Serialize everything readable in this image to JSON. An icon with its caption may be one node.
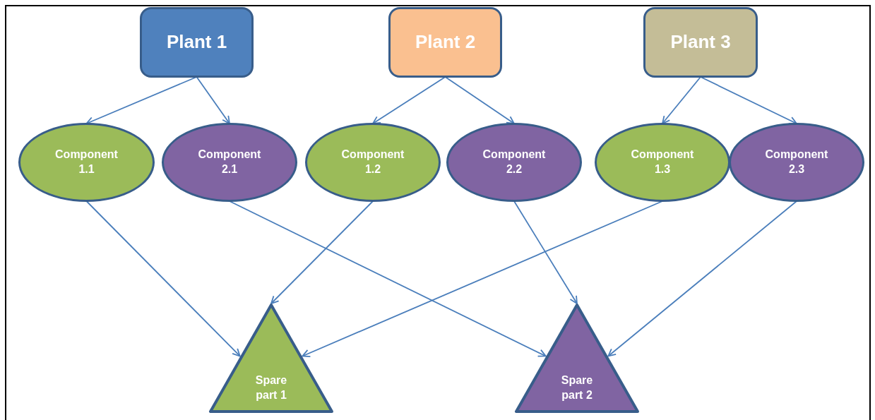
{
  "diagram": {
    "nodes": [
      {
        "text": [
          "Plant 1"
        ]
      },
      {
        "text": [
          "Plant 2"
        ]
      },
      {
        "text": [
          "Plant 3"
        ]
      },
      {
        "text": [
          "Component 1.1"
        ]
      },
      {
        "text": [
          "Component 2.1"
        ]
      },
      {
        "text": [
          "Component 1.2"
        ]
      },
      {
        "text": [
          "Component 2.2"
        ]
      },
      {
        "text": [
          "Component 1.3"
        ]
      },
      {
        "text": [
          "Component 2.3"
        ]
      },
      {
        "text": [
          "Spare part 1"
        ]
      },
      {
        "text": [
          "Spare part 2"
        ]
      }
    ],
    "edges": [
      {
        "from": 0,
        "to": 3,
        "arrow": "to"
      },
      {
        "from": 0,
        "to": 4,
        "arrow": "to"
      },
      {
        "from": 1,
        "to": 5,
        "arrow": "to"
      },
      {
        "from": 1,
        "to": 6,
        "arrow": "to"
      },
      {
        "from": 2,
        "to": 7,
        "arrow": "to"
      },
      {
        "from": 2,
        "to": 8,
        "arrow": "to"
      },
      {
        "from": 3,
        "to": 9,
        "arrow": "to"
      },
      {
        "from": 4,
        "to": 10,
        "arrow": "to"
      },
      {
        "from": 5,
        "to": 9,
        "arrow": "to"
      },
      {
        "from": 6,
        "to": 10,
        "arrow": "to"
      },
      {
        "from": 7,
        "to": 9,
        "arrow": "to"
      },
      {
        "from": 8,
        "to": 10,
        "arrow": "to"
      }
    ]
  }
}
